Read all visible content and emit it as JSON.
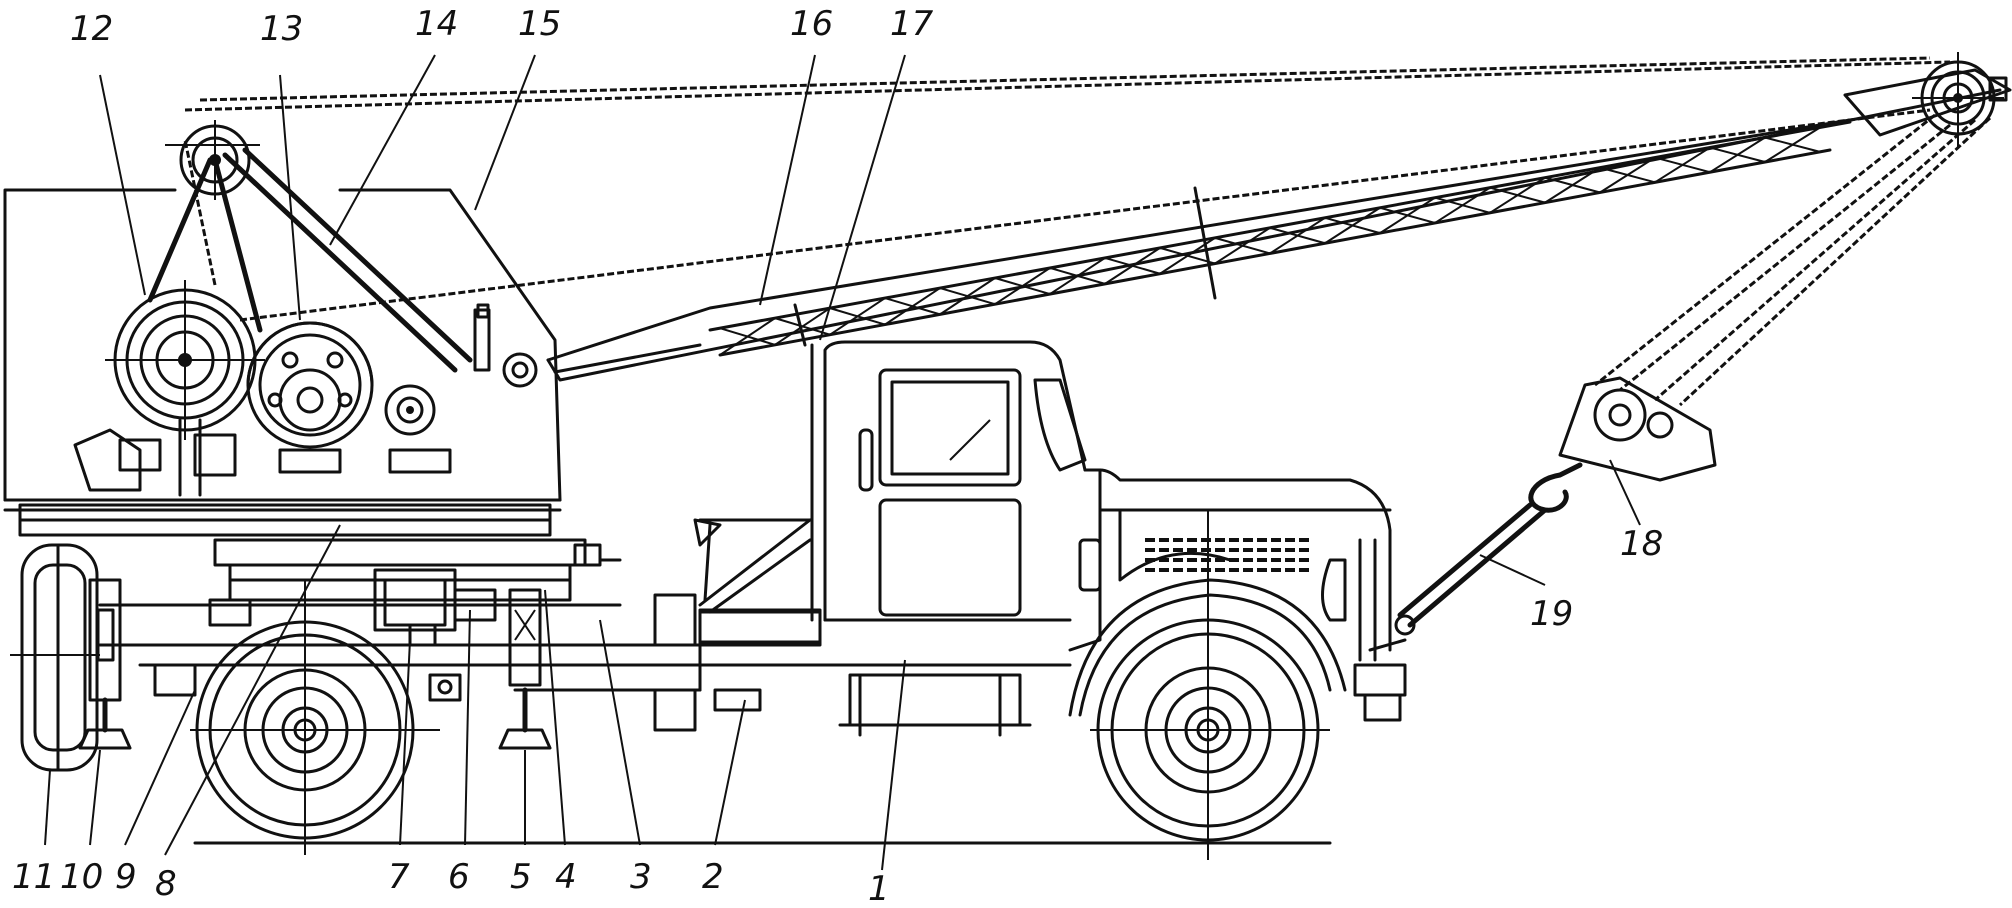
{
  "figure": {
    "background": "#ffffff",
    "ink": "#111111",
    "labels": [
      "1",
      "2",
      "3",
      "4",
      "5",
      "6",
      "7",
      "8",
      "9",
      "10",
      "11",
      "12",
      "13",
      "14",
      "15",
      "16",
      "17",
      "18",
      "19"
    ]
  }
}
